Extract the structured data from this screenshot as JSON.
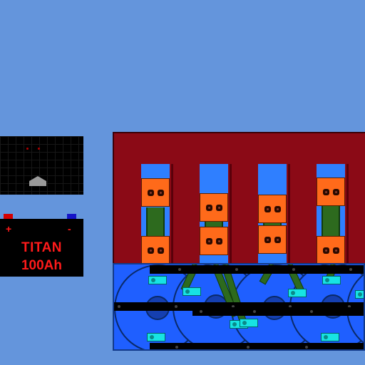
{
  "battery": {
    "plus": "+",
    "minus": "-",
    "brand": "TITAN",
    "capacity": "100Ah"
  },
  "icons": {
    "status_panel": "dark-status-panel",
    "home_marker": "house-icon",
    "positive_terminal": "red-terminal",
    "negative_terminal": "blue-terminal"
  },
  "colors": {
    "sky": "#6495dc",
    "frame": "#8b0a16",
    "pump": "#ff6a1a",
    "water": "#2f7fff",
    "battery_text": "#ff1a1a"
  }
}
